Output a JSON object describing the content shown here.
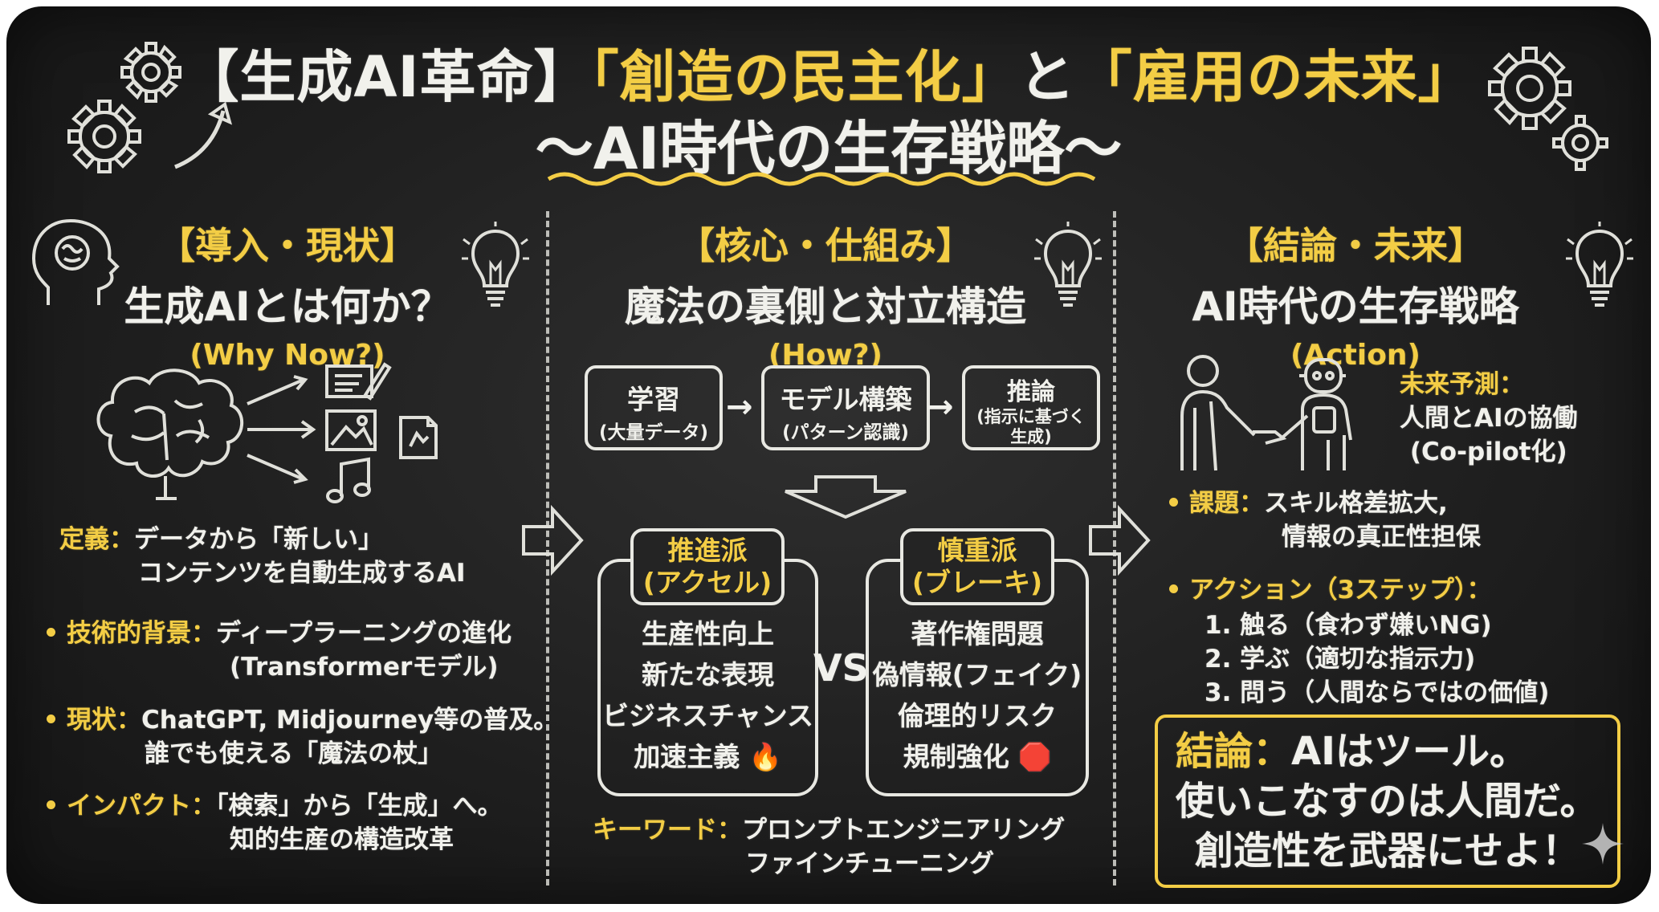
{
  "title": {
    "line1_prefix": "【生成AI革命】",
    "line1_highlight1": "「創造の民主化」",
    "line1_connector": "と",
    "line1_highlight2": "「雇用の未来」",
    "line2": "〜AI時代の生存戦略〜"
  },
  "left": {
    "heading": "【導入・現状】",
    "subheading": "生成AIとは何か？",
    "tagline": "(Why Now?)",
    "items": [
      {
        "label": "定義",
        "sep": "：",
        "line1": "データから「新しい」",
        "line2": "コンテンツを自動生成するAI"
      },
      {
        "label": "技術的背景",
        "sep": "：",
        "line1": "ディープラーニングの進化",
        "line2": "(Transformerモデル)"
      },
      {
        "label": "現状",
        "sep": "：",
        "line1": "ChatGPT, Midjourney等の普及。",
        "line2": "誰でも使える「魔法の杖」"
      },
      {
        "label": "インパクト",
        "sep": "：",
        "line1": "「検索」から「生成」へ。",
        "line2": "知的生産の構造改革"
      }
    ]
  },
  "middle": {
    "heading": "【核心・仕組み】",
    "subheading": "魔法の裏側と対立構造",
    "tagline": "(How?)",
    "steps": [
      {
        "main": "学習",
        "sub": "(大量データ)"
      },
      {
        "main": "モデル構築",
        "sub": "(パターン認識)"
      },
      {
        "main": "推論",
        "sub1": "(指示に基づく",
        "sub2": "生成)"
      }
    ],
    "step_arrow": "→",
    "promoters": {
      "title1": "推進派",
      "title2": "(アクセル)",
      "items": [
        "生産性向上",
        "新たな表現",
        "ビジネスチャンス",
        "加速主義 🔥"
      ]
    },
    "vs": "VS",
    "cautious": {
      "title1": "慎重派",
      "title2": "(ブレーキ)",
      "items": [
        "著作権問題",
        "偽情報(フェイク)",
        "倫理的リスク",
        "規制強化 🛑"
      ]
    },
    "keyword_label": "キーワード",
    "keyword_sep": "：",
    "keywords": [
      "プロンプトエンジニアリング",
      "ファインチューニング"
    ]
  },
  "right": {
    "heading": "【結論・未来】",
    "subheading": "AI時代の生存戦略",
    "tagline": "(Action)",
    "forecast_label": "未来予測：",
    "forecast_line1": "人間とAIの協働",
    "forecast_line2": "(Co-pilot化)",
    "issue_label": "課題",
    "issue_sep": "：",
    "issue_line1": "スキル格差拡大,",
    "issue_line2": "情報の真正性担保",
    "action_label": "アクション（3ステップ）：",
    "actions": [
      "1. 触る（食わず嫌いNG)",
      "2. 学ぶ（適切な指示力)",
      "3. 問う（人間ならではの価値)"
    ],
    "conclusion_label": "結論",
    "conclusion_sep": "：",
    "conclusion_line1": "AIはツール。",
    "conclusion_line2": "使いこなすのは人間だ。",
    "conclusion_line3": "創造性を武器にせよ！"
  },
  "colors": {
    "board": "#1e1e1e",
    "chalk_white": "#f1f1ec",
    "chalk_yellow": "#f3cd45"
  },
  "icons": [
    "gear-icon",
    "arrow-curve-icon",
    "head-brain-icon",
    "lightbulb-icon",
    "brain-icon",
    "document-icon",
    "image-icon",
    "music-icon",
    "people-robot-handshake-icon",
    "sparkle-icon"
  ]
}
